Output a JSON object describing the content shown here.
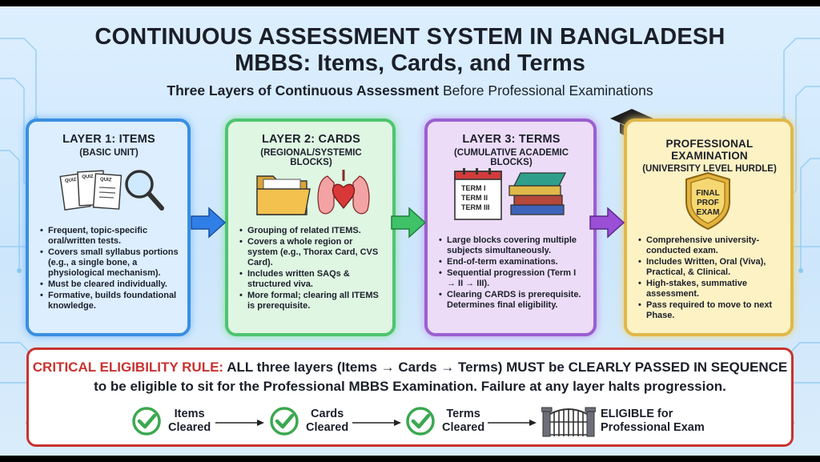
{
  "title": {
    "line1": "CONTINUOUS ASSESSMENT SYSTEM IN BANGLADESH",
    "line2": "MBBS: Items, Cards, and Terms"
  },
  "subtitle": {
    "bold": "Three Layers of Continuous Assessment",
    "rest": " Before Professional Examinations"
  },
  "layers": [
    {
      "title": "LAYER 1: ITEMS",
      "subtitle": "(BASIC UNIT)",
      "bullets": [
        "Frequent, topic-specific oral/written tests.",
        "Covers small syllabus portions (e.g., a single bone, a physiological mechanism).",
        "Must be cleared individually.",
        "Formative, builds foundational knowledge."
      ]
    },
    {
      "title": "LAYER 2: CARDS",
      "subtitle": "(REGIONAL/SYSTEMIC BLOCKS)",
      "bullets": [
        "Grouping of related ITEMS.",
        "Covers a whole region or system (e.g., Thorax Card, CVS Card).",
        "Includes written SAQs & structured viva.",
        "More formal; clearing all ITEMS is prerequisite."
      ]
    },
    {
      "title": "LAYER 3: TERMS",
      "subtitle": "(CUMULATIVE ACADEMIC BLOCKS)",
      "calendar": [
        "TERM I",
        "TERM II",
        "TERM III"
      ],
      "bullets": [
        "Large blocks covering multiple subjects simultaneously.",
        "End-of-term examinations.",
        "Sequential progression (Term I → II → III).",
        "Clearing CARDS is prerequisite. Determines final eligibility."
      ]
    },
    {
      "title": "PROFESSIONAL EXAMINATION",
      "subtitle": "(UNIVERSITY LEVEL HURDLE)",
      "badge": [
        "FINAL",
        "PROF",
        "EXAM"
      ],
      "bullets": [
        "Comprehensive university-conducted exam.",
        "Includes Written, Oral (Viva), Practical, & Clinical.",
        "High-stakes, summative assessment.",
        "Pass required to move to next Phase."
      ]
    }
  ],
  "quiz_label": "QUIZ",
  "rule": {
    "label": "CRITICAL ELIGIBILITY RULE:",
    "text": " ALL three layers (Items → Cards → Terms) MUST be CLEARLY PASSED IN SEQUENCE to be eligible to sit for the Professional MBBS Examination. Failure at any layer halts progression."
  },
  "flow": [
    {
      "l1": "Items",
      "l2": "Cleared"
    },
    {
      "l1": "Cards",
      "l2": "Cleared"
    },
    {
      "l1": "Terms",
      "l2": "Cleared"
    }
  ],
  "eligible": {
    "l1": "ELIGIBLE for",
    "l2": "Professional Exam"
  },
  "colors": {
    "layer1": "#3a8fe0",
    "layer2": "#4fc46f",
    "layer3": "#9b5fd0",
    "professional": "#e0b84a",
    "rule_red": "#c9322f",
    "check_green": "#3aa84f"
  }
}
